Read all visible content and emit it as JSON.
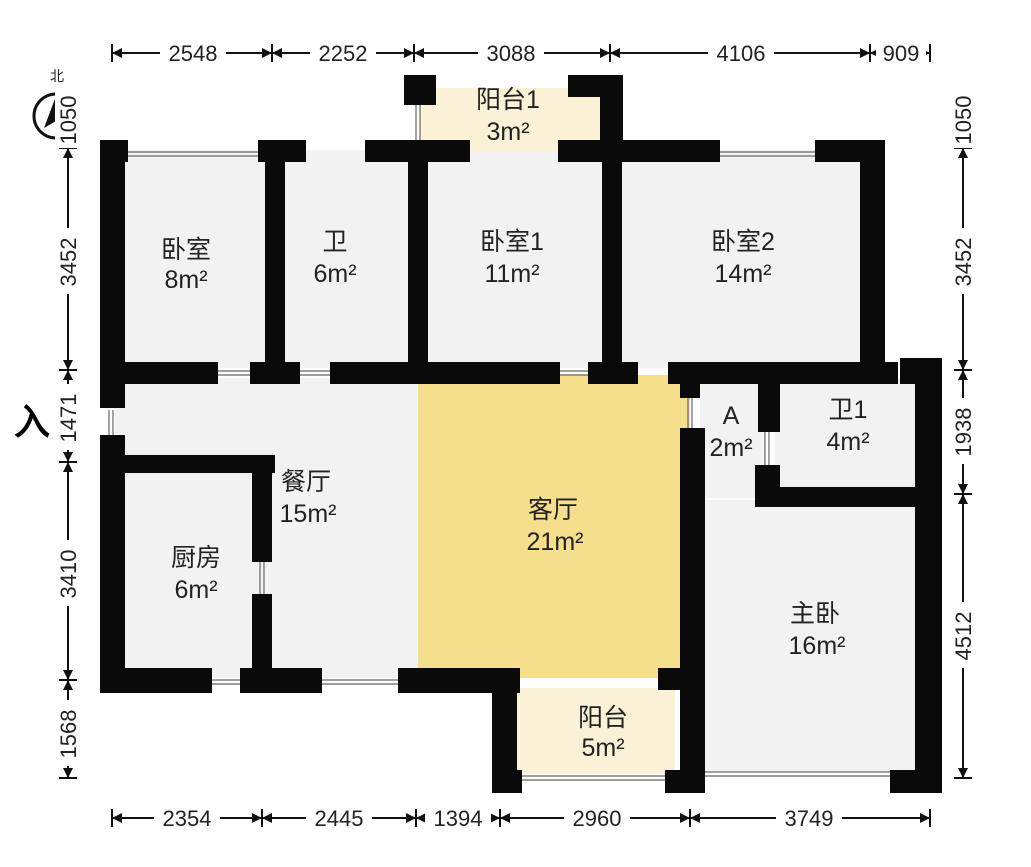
{
  "compass": {
    "label": "北",
    "icon": "north-compass-icon"
  },
  "entrance": {
    "label": "入"
  },
  "colors": {
    "wall": "#0a0a0a",
    "room_floor": "#f2f2f2",
    "living_floor": "#f6df8c",
    "balcony_floor": "#fbf1d6",
    "dimension": "#111111"
  },
  "rooms": {
    "bedroom": {
      "name": "卧室",
      "area": "8m²"
    },
    "bath": {
      "name": "卫",
      "area": "6m²"
    },
    "bedroom1": {
      "name": "卧室1",
      "area": "11m²"
    },
    "bedroom2": {
      "name": "卧室2",
      "area": "14m²"
    },
    "balcony1": {
      "name": "阳台1",
      "area": "3m²"
    },
    "dining": {
      "name": "餐厅",
      "area": "15m²"
    },
    "living": {
      "name": "客厅",
      "area": "21m²"
    },
    "kitchen": {
      "name": "厨房",
      "area": "6m²"
    },
    "area_a": {
      "name": "A",
      "area": "2m²"
    },
    "bath1": {
      "name": "卫1",
      "area": "4m²"
    },
    "master": {
      "name": "主卧",
      "area": "16m²"
    },
    "balcony": {
      "name": "阳台",
      "area": "5m²"
    }
  },
  "dimensions": {
    "top": [
      "2548",
      "2252",
      "3088",
      "4106",
      "909"
    ],
    "bottom": [
      "2354",
      "2445",
      "1394",
      "2960",
      "3749"
    ],
    "left": [
      "1050",
      "3452",
      "1471",
      "3410",
      "1568"
    ],
    "right": [
      "1050",
      "3452",
      "1938",
      "4512"
    ]
  }
}
